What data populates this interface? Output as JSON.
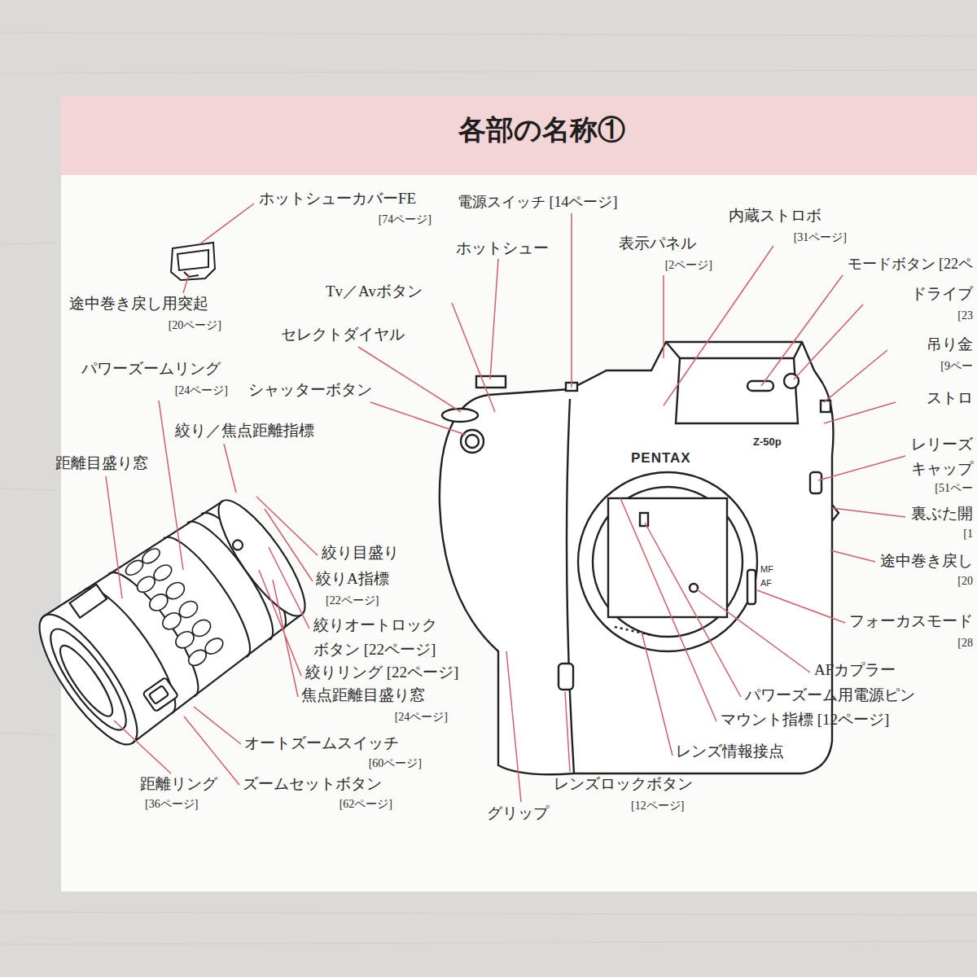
{
  "diagram": {
    "title": "各部の名称①",
    "labels": [
      "ホットシューカバーFE",
      "[74ページ]",
      "途中巻き戻し用突起",
      "[20ページ]",
      "電源スイッチ [14ページ]",
      "内蔵ストロボ",
      "[31ページ]",
      "ホットシュー",
      "表示パネル",
      "[2ページ]",
      "モードボタン [22ペ",
      "Tv／Avボタン",
      "ドライブ",
      "[23",
      "セレクトダイヤル",
      "吊り金",
      "[9ペー",
      "パワーズームリング",
      "[24ページ]",
      "ストロ",
      "シャッターボタン",
      "絞り／焦点距離指標",
      "レリーズ",
      "キャップ",
      "[51ペー",
      "距離目盛り窓",
      "裏ぶた開",
      "[1",
      "途中巻き戻し",
      "[20",
      "絞り目盛り",
      "絞りA指標",
      "[22ページ]",
      "フォーカスモード",
      "[28",
      "絞りオートロック",
      "ボタン [22ページ]",
      "絞りリング [22ページ]",
      "AFカプラー",
      "焦点距離目盛り窓",
      "[24ページ]",
      "パワーズーム用電源ピン",
      "マウント指標 [12ページ]",
      "オートズームスイッチ",
      "[60ページ]",
      "レンズ情報接点",
      "距離リング",
      "[36ページ]",
      "ズームセットボタン",
      "[62ページ]",
      "レンズロックボタン",
      "[12ページ]",
      "グリップ",
      "PENTAX",
      "Z-50p",
      "MF",
      "AF"
    ]
  }
}
